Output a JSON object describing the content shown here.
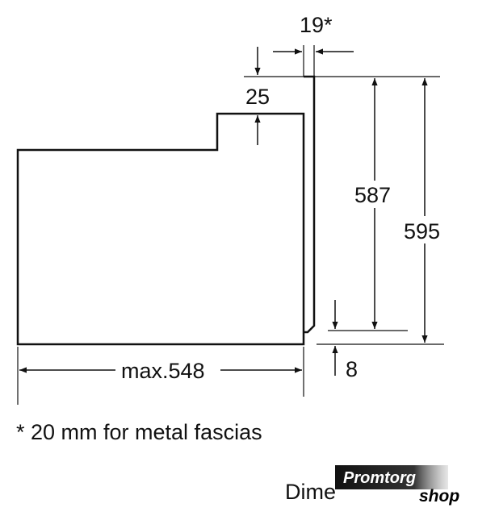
{
  "dimensions": {
    "top_gap": "19*",
    "step": "25",
    "inner_height": "587",
    "total_height": "595",
    "bottom_gap": "8",
    "depth": "max.548"
  },
  "footnote": "* 20 mm for metal fascias",
  "caption_partial": "Dime",
  "watermark": {
    "line1": "Promtorg",
    "line2": "shop"
  },
  "colors": {
    "line": "#111111",
    "watermark_bg": "#1a1a1a",
    "watermark_fg": "#ffffff"
  }
}
